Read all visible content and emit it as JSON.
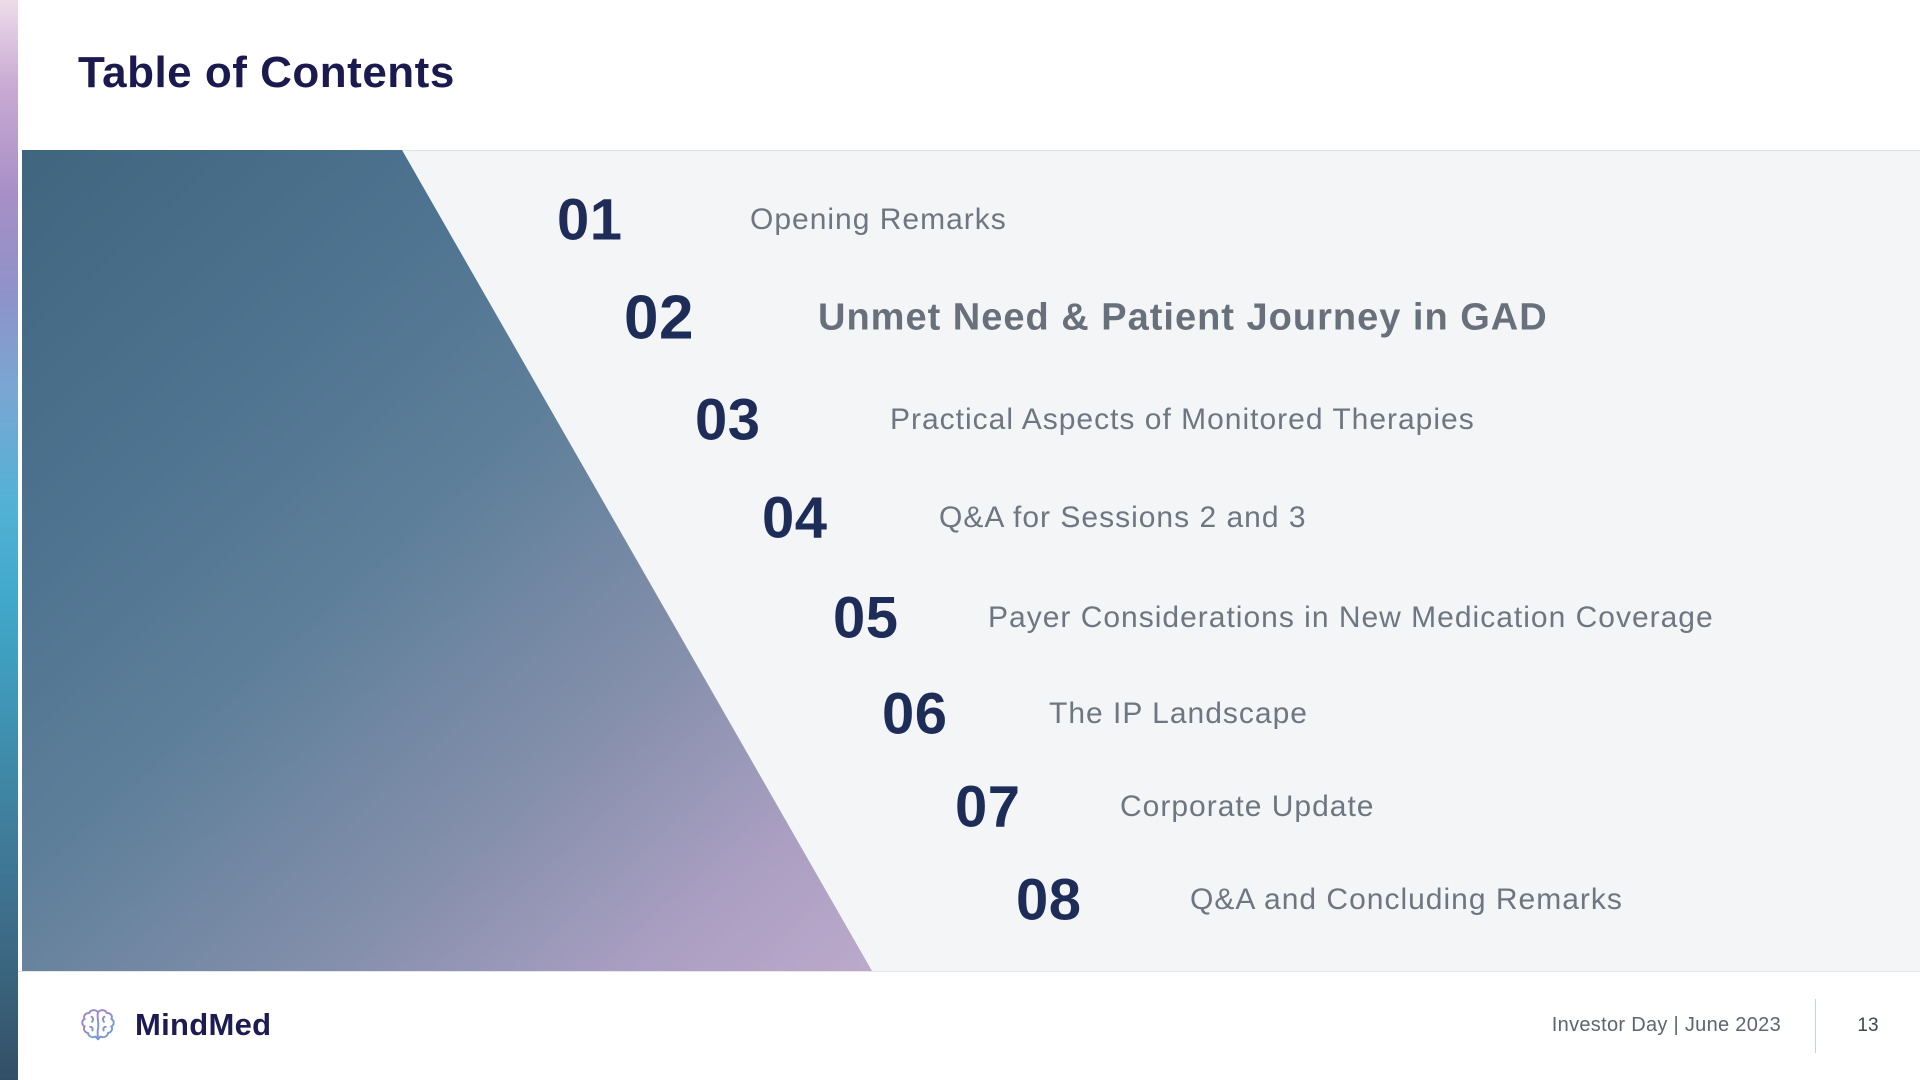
{
  "slide": {
    "title": "Table of Contents",
    "toc": {
      "items": [
        {
          "number": "01",
          "label": "Opening Remarks",
          "emphasis": false
        },
        {
          "number": "02",
          "label": "Unmet Need & Patient Journey in GAD",
          "emphasis": true
        },
        {
          "number": "03",
          "label": "Practical Aspects of Monitored Therapies",
          "emphasis": false
        },
        {
          "number": "04",
          "label": "Q&A for Sessions 2 and 3",
          "emphasis": false
        },
        {
          "number": "05",
          "label": "Payer Considerations in New Medication Coverage",
          "emphasis": false
        },
        {
          "number": "06",
          "label": "The IP Landscape",
          "emphasis": false
        },
        {
          "number": "07",
          "label": "Corporate Update",
          "emphasis": false
        },
        {
          "number": "08",
          "label": "Q&A and Concluding Remarks",
          "emphasis": false
        }
      ]
    },
    "footer": {
      "brand": "MindMed",
      "event": "Investor Day | June 2023",
      "page_number": "13"
    },
    "colors": {
      "title_navy": "#1b1a4e",
      "number_navy": "#1e2c58",
      "label_gray": "#6e7682",
      "content_background": "#f3f5f7",
      "triangle_gradient_start": "#40657f",
      "triangle_gradient_end": "#bca9cb",
      "strip_gradient_top": "#eddcea",
      "strip_gradient_mid": "#41a9cc",
      "strip_gradient_bottom": "#324f66",
      "brand_navy": "#1c1b52",
      "logo_gradient_start": "#a87fc9",
      "logo_gradient_end": "#58a7da"
    }
  }
}
